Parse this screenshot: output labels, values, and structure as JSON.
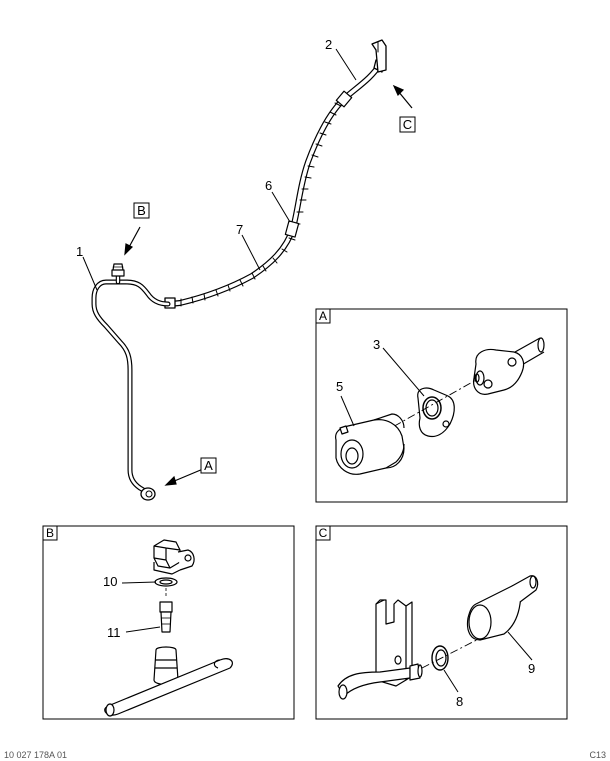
{
  "callouts": {
    "c1": "1",
    "c2": "2",
    "c3": "3",
    "c5": "5",
    "c6": "6",
    "c7": "7",
    "c8": "8",
    "c9": "9",
    "c10": "10",
    "c11": "11"
  },
  "view_refs": {
    "a": "A",
    "b": "B",
    "c": "C"
  },
  "detail_boxes": {
    "a": "A",
    "b": "B",
    "c": "C"
  },
  "footer": {
    "left": "10 027 178A 01",
    "right": "C13"
  }
}
